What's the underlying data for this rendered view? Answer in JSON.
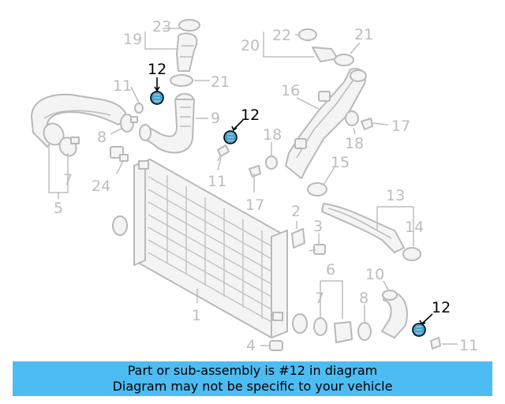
{
  "labels": {
    "n1": "1",
    "n2": "2",
    "n3": "3",
    "n4": "4",
    "n5": "5",
    "n6": "6",
    "n7a": "7",
    "n7b": "7",
    "n8a": "8",
    "n8b": "8",
    "n9": "9",
    "n10": "10",
    "n11a": "11",
    "n11b": "11",
    "n11c": "11",
    "n12a": "12",
    "n12b": "12",
    "n12c": "12",
    "n13": "13",
    "n14": "14",
    "n15": "15",
    "n16": "16",
    "n17a": "17",
    "n17b": "17",
    "n18a": "18",
    "n18b": "18",
    "n19": "19",
    "n20": "20",
    "n21a": "21",
    "n21b": "21",
    "n22": "22",
    "n23": "23",
    "n24": "24"
  },
  "banner": {
    "line1": "Part or sub-assembly is #12 in diagram",
    "line2": "Diagram may not be specific to your vehicle"
  },
  "colors": {
    "highlight": "#37a6d9",
    "banner_bg": "#4dbcf3",
    "faded": "#bdbdbd"
  }
}
